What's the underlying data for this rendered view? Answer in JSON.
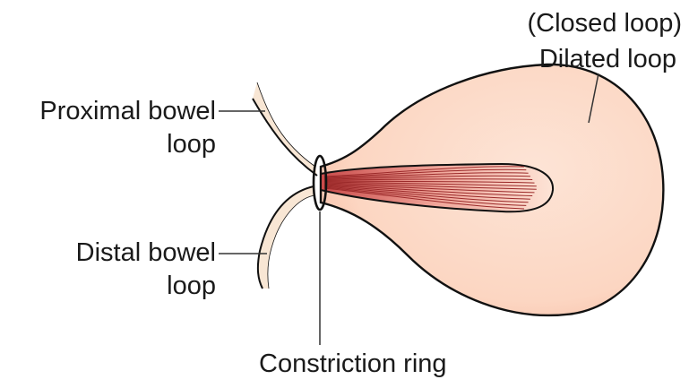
{
  "labels": {
    "closed_loop": "(Closed loop)",
    "dilated_loop": "Dilated loop",
    "proximal_line1": "Proximal bowel",
    "proximal_line2": "loop",
    "distal_line1": "Distal bowel",
    "distal_line2": "loop",
    "constriction_ring": "Constriction ring"
  },
  "colors": {
    "sac_fill": "#fcdccb",
    "sac_outline": "#111111",
    "tube_fill": "#f8e6d4",
    "mesentery_fill": "#f2b9aa",
    "mesentery_lines": "#9b2a2a",
    "leader_line": "#333333"
  }
}
